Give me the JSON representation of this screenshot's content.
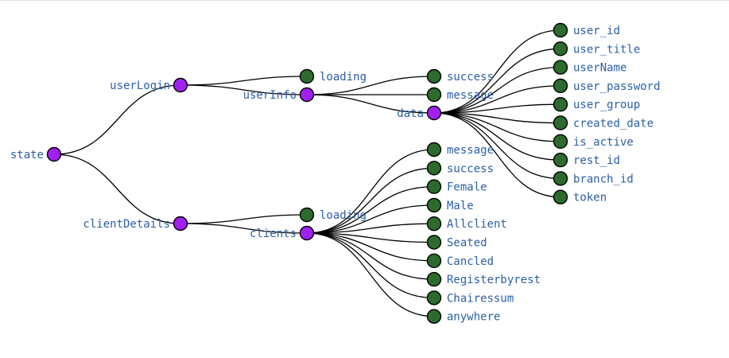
{
  "colors": {
    "parent_fill": "#a020f0",
    "leaf_fill": "#2d6b2d",
    "label": "#2a5fa5",
    "link": "#000000"
  },
  "tree": {
    "id": "state",
    "label": "state",
    "children": [
      {
        "id": "userLogin",
        "label": "userLogin",
        "children": [
          {
            "id": "ul-loading",
            "label": "loading"
          },
          {
            "id": "userInfo",
            "label": "userInfo",
            "children": [
              {
                "id": "ui-success",
                "label": "success"
              },
              {
                "id": "ui-message",
                "label": "message"
              },
              {
                "id": "data",
                "label": "data",
                "children": [
                  {
                    "id": "user_id",
                    "label": "user_id"
                  },
                  {
                    "id": "user_title",
                    "label": "user_title"
                  },
                  {
                    "id": "userName",
                    "label": "userName"
                  },
                  {
                    "id": "user_password",
                    "label": "user_password"
                  },
                  {
                    "id": "user_group",
                    "label": "user_group"
                  },
                  {
                    "id": "created_date",
                    "label": "created_date"
                  },
                  {
                    "id": "is_active",
                    "label": "is_active"
                  },
                  {
                    "id": "rest_id",
                    "label": "rest_id"
                  },
                  {
                    "id": "branch_id",
                    "label": "branch_id"
                  },
                  {
                    "id": "token",
                    "label": "token"
                  }
                ]
              }
            ]
          }
        ]
      },
      {
        "id": "clientDetails",
        "label": "clientDetails",
        "children": [
          {
            "id": "cd-loading",
            "label": "loading"
          },
          {
            "id": "clients",
            "label": "clients",
            "children": [
              {
                "id": "c-message",
                "label": "message"
              },
              {
                "id": "c-success",
                "label": "success"
              },
              {
                "id": "Female",
                "label": "Female"
              },
              {
                "id": "Male",
                "label": "Male"
              },
              {
                "id": "Allclient",
                "label": "Allclient"
              },
              {
                "id": "Seated",
                "label": "Seated"
              },
              {
                "id": "Cancled",
                "label": "Cancled"
              },
              {
                "id": "Registerbyrest",
                "label": "Registerbyrest"
              },
              {
                "id": "Chairessum",
                "label": "Chairessum"
              },
              {
                "id": "anywhere",
                "label": "anywhere"
              }
            ]
          }
        ]
      }
    ]
  }
}
